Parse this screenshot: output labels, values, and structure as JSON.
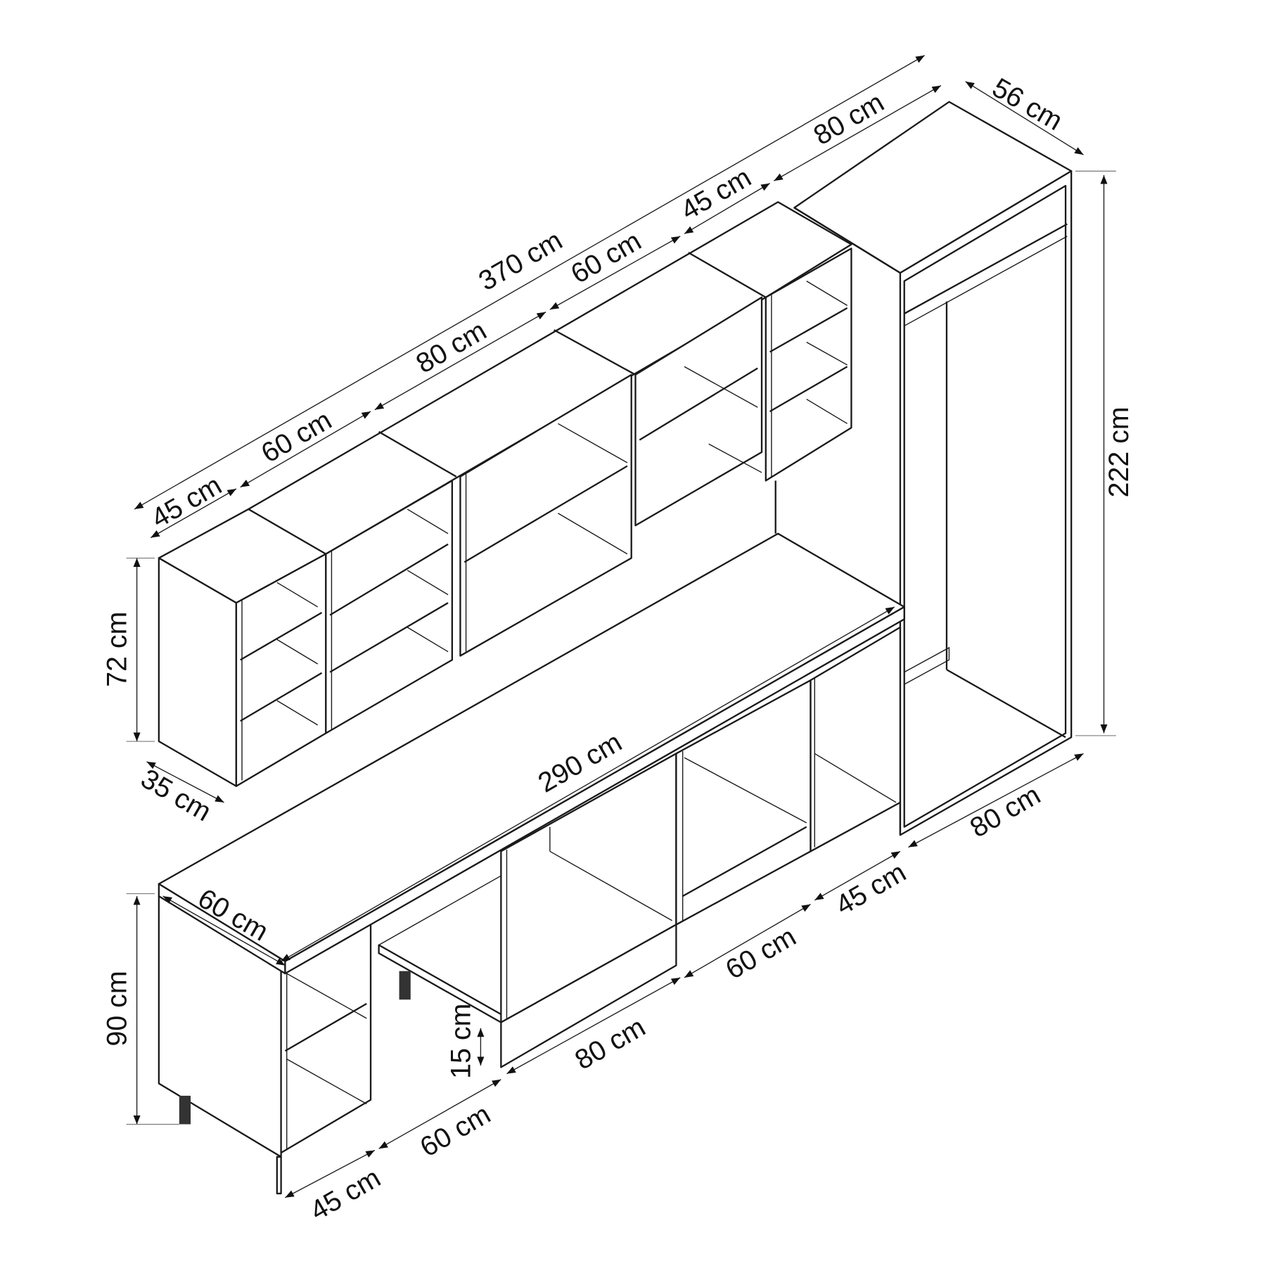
{
  "title": "Kitchen set dimension drawing",
  "upper_cabinets": {
    "total_width": "370 cm",
    "widths": [
      "45 cm",
      "60 cm",
      "80 cm",
      "60 cm",
      "45 cm"
    ],
    "height": "72 cm",
    "depth": "35 cm"
  },
  "tall_unit": {
    "width_top": "80 cm",
    "depth": "56 cm",
    "height": "222 cm",
    "width_bottom": "80 cm"
  },
  "countertop": {
    "length": "290 cm",
    "depth": "60 cm"
  },
  "base_cabinets": {
    "height": "90 cm",
    "plinth": "15 cm",
    "widths": [
      "45 cm",
      "60 cm",
      "80 cm",
      "60 cm",
      "45 cm"
    ]
  },
  "colors": {
    "line": "#1a1a1a",
    "background": "#ffffff"
  }
}
